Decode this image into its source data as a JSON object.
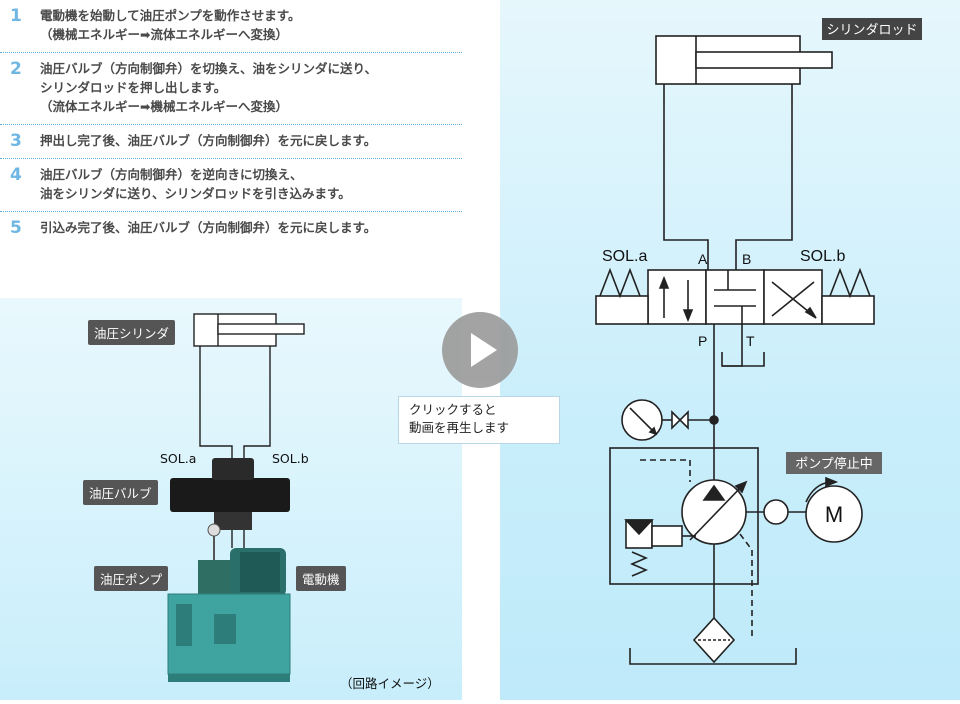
{
  "steps": [
    {
      "num": "1",
      "text": "電動機を始動して油圧ポンプを動作させます。\n（機械エネルギー➡流体エネルギーへ変換）"
    },
    {
      "num": "2",
      "text": "油圧バルブ（方向制御弁）を切換え、油をシリンダに送り、\nシリンダロッドを押し出します。\n（流体エネルギー➡機械エネルギーへ変換）"
    },
    {
      "num": "3",
      "text": "押出し完了後、油圧バルブ（方向制御弁）を元に戻します。"
    },
    {
      "num": "4",
      "text": "油圧バルブ（方向制御弁）を逆向きに切換え、\n油をシリンダに送り、シリンダロッドを引き込みます。"
    },
    {
      "num": "5",
      "text": "引込み完了後、油圧バルブ（方向制御弁）を元に戻します。"
    }
  ],
  "photo": {
    "cylinder_label": "油圧シリンダ",
    "sol_a": "SOL.a",
    "sol_b": "SOL.b",
    "valve_label": "油圧バルブ",
    "pump_label": "油圧ポンプ",
    "motor_label": "電動機",
    "caption": "（回路イメージ）"
  },
  "player": {
    "tooltip": "クリックすると\n動画を再生します"
  },
  "circuit": {
    "rod_label": "シリンダロッド",
    "sol_a": "SOL.a",
    "sol_b": "SOL.b",
    "port_a": "A",
    "port_b": "B",
    "port_p": "P",
    "port_t": "T",
    "pump_status": "ポンプ停止中",
    "motor_symbol": "M"
  },
  "colors": {
    "step_number": "#6fb6e3",
    "divider": "#57a9d6",
    "label_bg": "#555555",
    "tank_body": "#3fa3a0"
  }
}
